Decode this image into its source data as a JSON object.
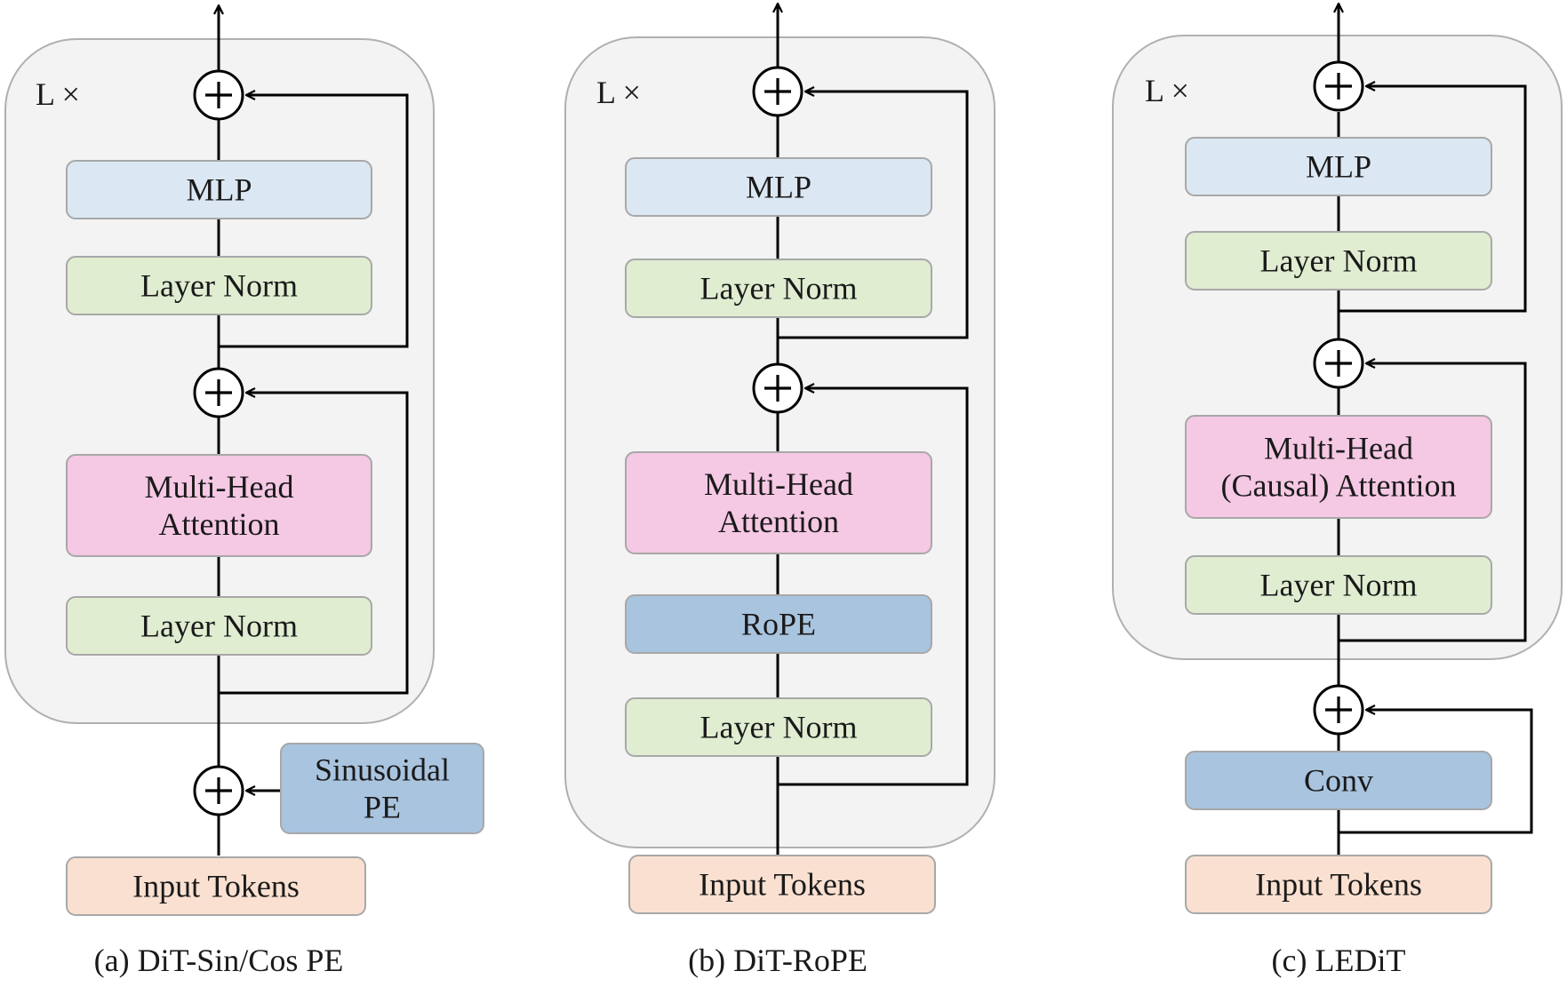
{
  "colors": {
    "mlp": "#dbe8f3",
    "layer_norm": "#e0edd1",
    "attention": "#f5c8e4",
    "rope": "#a9c4df",
    "conv": "#a9c4df",
    "sinusoidal": "#a9c4df",
    "input": "#fae0d0",
    "panel": "#f3f3f3",
    "panel_border": "#b0b0b0",
    "block_border": "#a8a8a8",
    "line": "#000000"
  },
  "icons": {
    "add": "circled-plus-icon",
    "arrow": "arrowhead-icon"
  },
  "diagrams": [
    {
      "id": "a",
      "repeat_label": "L ×",
      "caption": "(a) DiT-Sin/Cos PE",
      "blocks": [
        {
          "id": "mlp",
          "kind": "mlp",
          "lines": [
            "MLP"
          ]
        },
        {
          "id": "ln2",
          "kind": "layer_norm",
          "lines": [
            "Layer Norm"
          ]
        },
        {
          "id": "attn",
          "kind": "attention",
          "lines": [
            "Multi-Head",
            "Attention"
          ]
        },
        {
          "id": "ln1",
          "kind": "layer_norm",
          "lines": [
            "Layer Norm"
          ]
        },
        {
          "id": "pe",
          "kind": "sinusoidal",
          "lines": [
            "Sinusoidal",
            "PE"
          ]
        },
        {
          "id": "input",
          "kind": "input",
          "lines": [
            "Input Tokens"
          ]
        }
      ]
    },
    {
      "id": "b",
      "repeat_label": "L ×",
      "caption": "(b) DiT-RoPE",
      "blocks": [
        {
          "id": "mlp",
          "kind": "mlp",
          "lines": [
            "MLP"
          ]
        },
        {
          "id": "ln2",
          "kind": "layer_norm",
          "lines": [
            "Layer Norm"
          ]
        },
        {
          "id": "attn",
          "kind": "attention",
          "lines": [
            "Multi-Head",
            "Attention"
          ]
        },
        {
          "id": "rope",
          "kind": "rope",
          "lines": [
            "RoPE"
          ]
        },
        {
          "id": "ln1",
          "kind": "layer_norm",
          "lines": [
            "Layer Norm"
          ]
        },
        {
          "id": "input",
          "kind": "input",
          "lines": [
            "Input Tokens"
          ]
        }
      ]
    },
    {
      "id": "c",
      "repeat_label": "L ×",
      "caption": "(c) LEDiT",
      "blocks": [
        {
          "id": "mlp",
          "kind": "mlp",
          "lines": [
            "MLP"
          ]
        },
        {
          "id": "ln2",
          "kind": "layer_norm",
          "lines": [
            "Layer Norm"
          ]
        },
        {
          "id": "attn",
          "kind": "attention",
          "lines": [
            "Multi-Head",
            "(Causal) Attention"
          ]
        },
        {
          "id": "ln1",
          "kind": "layer_norm",
          "lines": [
            "Layer Norm"
          ]
        },
        {
          "id": "conv",
          "kind": "conv",
          "lines": [
            "Conv"
          ]
        },
        {
          "id": "input",
          "kind": "input",
          "lines": [
            "Input Tokens"
          ]
        }
      ]
    }
  ]
}
